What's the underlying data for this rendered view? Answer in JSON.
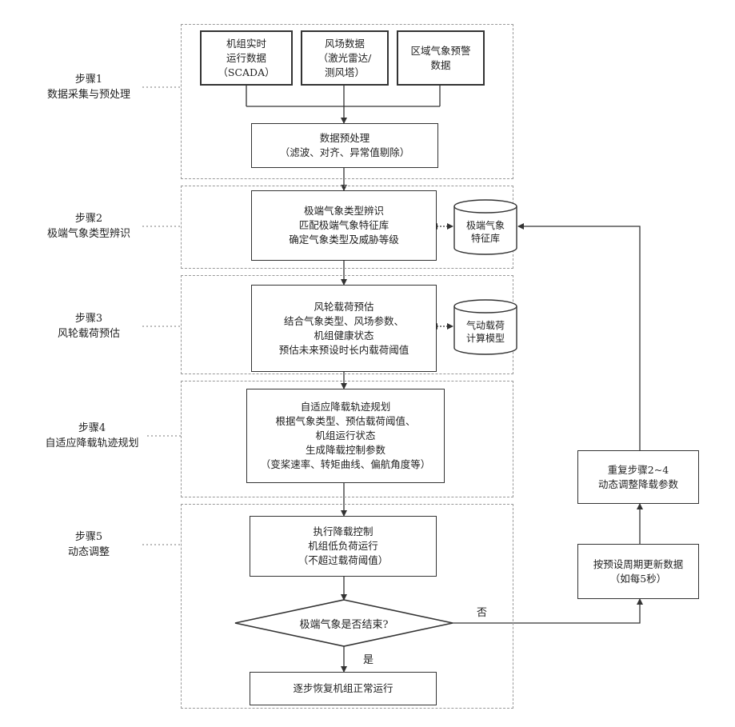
{
  "steps": [
    {
      "title": "步骤1",
      "subtitle": "数据采集与预处理"
    },
    {
      "title": "步骤2",
      "subtitle": "极端气象类型辨识"
    },
    {
      "title": "步骤3",
      "subtitle": "风轮载荷预估"
    },
    {
      "title": "步骤4",
      "subtitle": "自适应降载轨迹规划"
    },
    {
      "title": "步骤5",
      "subtitle": "动态调整"
    }
  ],
  "data_sources": [
    {
      "lines": [
        "机组实时",
        "运行数据",
        "（SCADA）"
      ]
    },
    {
      "lines": [
        "风场数据",
        "（激光雷达/",
        "测风塔）"
      ]
    },
    {
      "lines": [
        "区域气象预警",
        "数据"
      ]
    }
  ],
  "preprocess": {
    "lines": [
      "数据预处理",
      "（滤波、对齐、异常值剔除）"
    ]
  },
  "identify": {
    "lines": [
      "极端气象类型辨识",
      "匹配极端气象特征库",
      "确定气象类型及威胁等级"
    ]
  },
  "feature_db": {
    "lines": [
      "极端气象",
      "特征库"
    ]
  },
  "load_estimate": {
    "lines": [
      "风轮载荷预估",
      "结合气象类型、风场参数、",
      "机组健康状态",
      "预估未来预设时长内载荷阈值"
    ]
  },
  "aero_model": {
    "lines": [
      "气动载荷",
      "计算模型"
    ]
  },
  "trajectory": {
    "lines": [
      "自适应降载轨迹规划",
      "根据气象类型、预估载荷阈值、",
      "机组运行状态",
      "生成降载控制参数",
      "（变桨速率、转矩曲线、偏航角度等）"
    ]
  },
  "execute": {
    "lines": [
      "执行降载控制",
      "机组低负荷运行",
      "（不超过载荷阈值）"
    ]
  },
  "decision": {
    "text": "极端气象是否结束?"
  },
  "yes_label": "是",
  "no_label": "否",
  "restore": {
    "text": "逐步恢复机组正常运行"
  },
  "repeat": {
    "lines": [
      "重复步骤2~4",
      "动态调整降载参数"
    ]
  },
  "update": {
    "lines": [
      "按预设周期更新数据",
      "（如每5秒）"
    ]
  }
}
